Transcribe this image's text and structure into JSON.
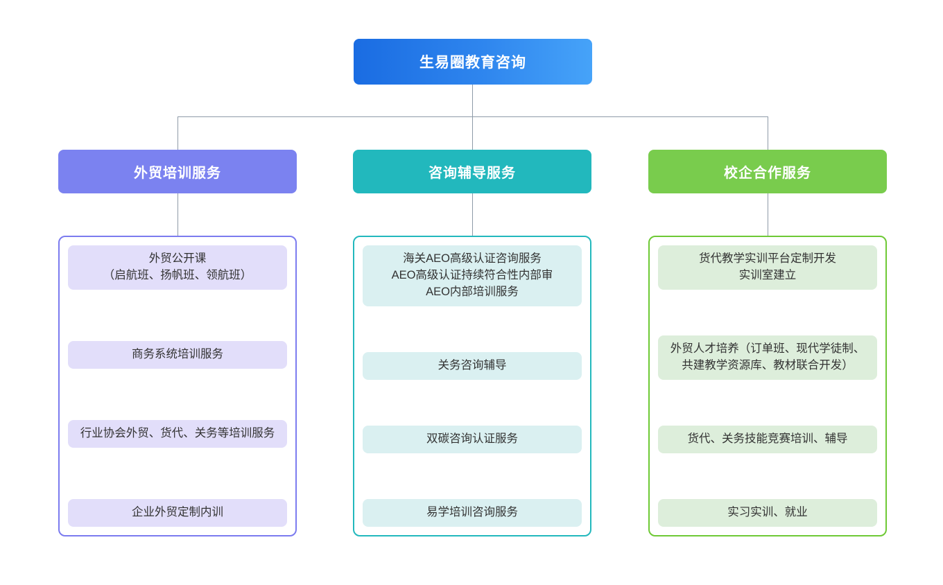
{
  "diagram": {
    "type": "organization-tree",
    "root": {
      "label": "生易圈教育咨询",
      "color_start": "#1a6ce2",
      "color_end": "#46a3f9"
    },
    "connector_color": "#8e9aa8",
    "branches": [
      {
        "header": "外贸培训服务",
        "accent": "#7b82f0",
        "border": "#7b7bef",
        "card_bg": "#e2defa",
        "items": [
          "外贸公开课\n（启航班、扬帆班、领航班）",
          "商务系统培训服务",
          "行业协会外贸、货代、关务等培训服务",
          "企业外贸定制内训"
        ]
      },
      {
        "header": "咨询辅导服务",
        "accent": "#22b8bd",
        "border": "#22b8bd",
        "card_bg": "#daf0f1",
        "items": [
          "海关AEO高级认证咨询服务\nAEO高级认证持续符合性内部审\nAEO内部培训服务",
          "关务咨询辅导",
          "双碳咨询认证服务",
          "易学培训咨询服务"
        ]
      },
      {
        "header": "校企合作服务",
        "accent": "#79cc4d",
        "border": "#6ec935",
        "card_bg": "#ddeedb",
        "items": [
          "货代教学实训平台定制开发\n实训室建立",
          "外贸人才培养（订单班、现代学徒制、共建教学资源库、教材联合开发）",
          "货代、关务技能竞赛培训、辅导",
          "实习实训、就业"
        ]
      }
    ]
  }
}
